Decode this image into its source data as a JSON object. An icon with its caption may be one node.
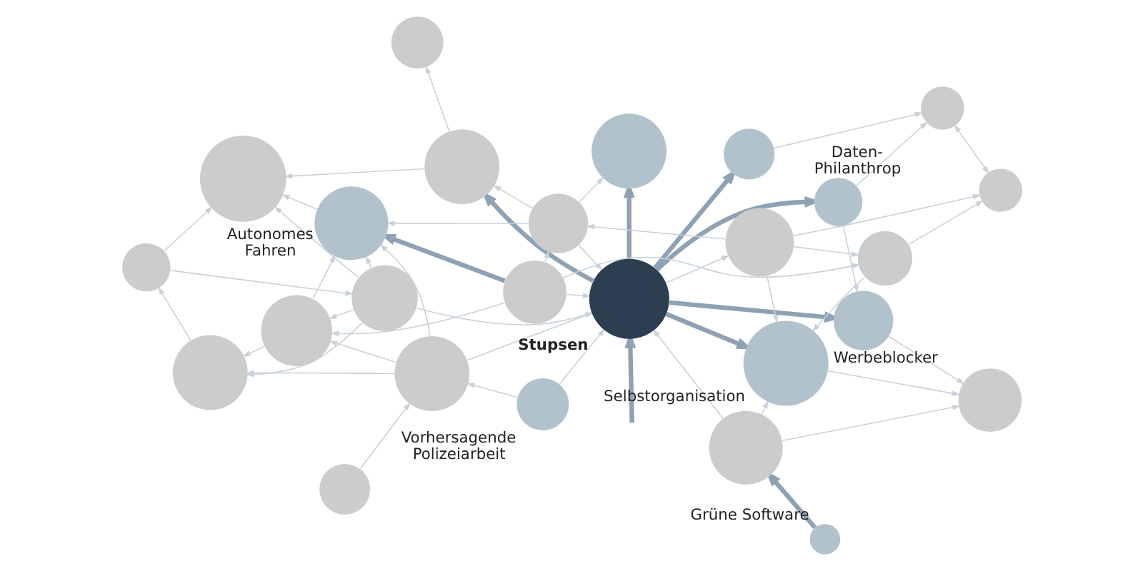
{
  "diagram": {
    "nodes": [
      {
        "text": [
          "Grüne Software"
        ]
      },
      {
        "text": [],
        "shape": "circle"
      },
      {
        "text": [
          "Vorhersagende Polizeiarbeit"
        ]
      },
      {
        "text": [],
        "shape": "circle"
      },
      {
        "text": [],
        "shape": "circle"
      },
      {
        "text": [],
        "shape": "circle"
      },
      {
        "text": [
          "Werbeblocker"
        ]
      },
      {
        "text": [],
        "shape": "circle"
      },
      {
        "text": [],
        "shape": "circle"
      },
      {
        "text": [
          "Selbstorganisation"
        ]
      },
      {
        "text": [
          "Stupsen"
        ]
      },
      {
        "text": [],
        "shape": "circle"
      },
      {
        "text": [],
        "shape": "circle"
      },
      {
        "text": [
          "Daten-Philanthrop"
        ]
      },
      {
        "text": [],
        "shape": "circle"
      },
      {
        "text": [],
        "shape": "circle"
      },
      {
        "text": [],
        "shape": "circle"
      },
      {
        "text": [],
        "shape": "circle"
      },
      {
        "text": [
          "Autonomes Fahren"
        ]
      },
      {
        "text": [],
        "shape": "circle"
      },
      {
        "text": [],
        "shape": "circle"
      },
      {
        "text": [],
        "shape": "circle"
      },
      {
        "text": [],
        "shape": "circle"
      },
      {
        "text": [],
        "shape": "circle"
      },
      {
        "text": [],
        "shape": "circle"
      },
      {
        "text": [],
        "shape": "circle"
      }
    ],
    "edges": [
      {
        "from": 10,
        "to": 9,
        "arrow": "to",
        "style": "thick"
      },
      {
        "from": 10,
        "to": 6,
        "arrow": "to",
        "style": "thick"
      },
      {
        "from": 10,
        "to": 13,
        "arrow": "to",
        "style": "thick"
      },
      {
        "from": 10,
        "to": 24,
        "arrow": "to",
        "style": "thick"
      },
      {
        "from": 10,
        "to": 23,
        "arrow": "to",
        "style": "thick"
      },
      {
        "from": 10,
        "to": 22,
        "arrow": "to",
        "style": "thick"
      },
      {
        "from": 0,
        "to": 5,
        "arrow": "to",
        "style": "thick"
      },
      {
        "from": 15,
        "to": 18,
        "arrow": "to",
        "style": "thick"
      },
      {
        "from": null,
        "to": 10,
        "arrow": "to",
        "style": "thick"
      },
      {
        "from": 2,
        "to": 10,
        "arrow": "to"
      },
      {
        "from": 5,
        "to": 10,
        "arrow": "to"
      },
      {
        "from": 7,
        "to": 10,
        "arrow": "to"
      },
      {
        "from": 11,
        "to": 10,
        "arrow": "to"
      },
      {
        "from": 15,
        "to": 10,
        "arrow": "to"
      },
      {
        "from": 17,
        "to": 10,
        "arrow": "to"
      },
      {
        "from": 10,
        "to": 12,
        "arrow": "to"
      },
      {
        "from": 8,
        "to": 7,
        "arrow": "to"
      },
      {
        "from": 1,
        "to": 3,
        "arrow": "to"
      },
      {
        "from": 7,
        "to": 3,
        "arrow": "to"
      },
      {
        "from": 11,
        "to": 3,
        "arrow": "to"
      },
      {
        "from": 7,
        "to": 1,
        "arrow": "to"
      },
      {
        "from": 11,
        "to": 1,
        "arrow": "to"
      },
      {
        "from": 15,
        "to": 1,
        "arrow": "to"
      },
      {
        "from": 14,
        "to": 11,
        "arrow": "to"
      },
      {
        "from": 3,
        "to": 14,
        "arrow": "to"
      },
      {
        "from": 22,
        "to": 21,
        "arrow": "to"
      },
      {
        "from": 11,
        "to": 18,
        "arrow": "to"
      },
      {
        "from": 7,
        "to": 18,
        "arrow": "to"
      },
      {
        "from": 1,
        "to": 18,
        "arrow": "to"
      },
      {
        "from": 14,
        "to": 21,
        "arrow": "to"
      },
      {
        "from": 11,
        "to": 21,
        "arrow": "to"
      },
      {
        "from": 18,
        "to": 21,
        "arrow": "to"
      },
      {
        "from": 17,
        "to": 22,
        "arrow": "to"
      },
      {
        "from": 12,
        "to": 17,
        "arrow": "to"
      },
      {
        "from": 12,
        "to": 9,
        "arrow": "to"
      },
      {
        "from": 16,
        "to": 9,
        "arrow": "to"
      },
      {
        "from": 5,
        "to": 9,
        "arrow": "to"
      },
      {
        "from": 6,
        "to": 4,
        "arrow": "to"
      },
      {
        "from": 9,
        "to": 4,
        "arrow": "to"
      },
      {
        "from": 12,
        "to": 16,
        "arrow": "to"
      },
      {
        "from": 15,
        "to": 16,
        "arrow": "to"
      },
      {
        "from": 16,
        "to": 19,
        "arrow": "to"
      },
      {
        "from": 12,
        "to": 19,
        "arrow": "to"
      },
      {
        "from": 19,
        "to": 20,
        "arrow": "both"
      },
      {
        "from": 13,
        "to": 20,
        "arrow": "to"
      },
      {
        "from": 24,
        "to": 20,
        "arrow": "to"
      },
      {
        "from": 13,
        "to": 6,
        "arrow": "to"
      },
      {
        "from": 17,
        "to": 18,
        "arrow": "to"
      },
      {
        "from": 22,
        "to": 25,
        "arrow": "to"
      },
      {
        "from": 15,
        "to": 17,
        "arrow": "to"
      },
      {
        "from": 17,
        "to": 23,
        "arrow": "to"
      },
      {
        "from": 2,
        "to": 7,
        "arrow": "to"
      },
      {
        "from": 5,
        "to": 4,
        "arrow": "to"
      }
    ]
  }
}
